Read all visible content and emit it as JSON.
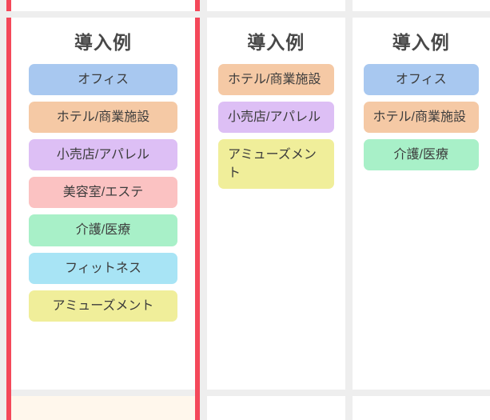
{
  "columns": [
    {
      "id": "featured",
      "featured": true,
      "heading": "導入例",
      "tags": [
        {
          "label": "オフィス",
          "color": "#a8c8f0",
          "wraps": false
        },
        {
          "label": "ホテル/商業施設",
          "color": "#f5c9a5",
          "wraps": false
        },
        {
          "label": "小売店/アパレル",
          "color": "#ddbff5",
          "wraps": false
        },
        {
          "label": "美容室/エステ",
          "color": "#fbc2c2",
          "wraps": false
        },
        {
          "label": "介護/医療",
          "color": "#a8f0c8",
          "wraps": false
        },
        {
          "label": "フィットネス",
          "color": "#a8e4f5",
          "wraps": false
        },
        {
          "label": "アミューズメント",
          "color": "#f0ee9a",
          "wraps": false
        }
      ]
    },
    {
      "id": "column-2",
      "featured": false,
      "heading": "導入例",
      "tags": [
        {
          "label": "ホテル/商業施設",
          "color": "#f5c9a5",
          "wraps": true
        },
        {
          "label": "小売店/アパレル",
          "color": "#ddbff5",
          "wraps": true
        },
        {
          "label": "アミューズメント",
          "color": "#f0ee9a",
          "wraps": true
        }
      ]
    },
    {
      "id": "column-3",
      "featured": false,
      "heading": "導入例",
      "tags": [
        {
          "label": "オフィス",
          "color": "#a8c8f0",
          "wraps": false
        },
        {
          "label": "ホテル/商業施設",
          "color": "#f5c9a5",
          "wraps": true
        },
        {
          "label": "介護/医療",
          "color": "#a8f0c8",
          "wraps": false
        }
      ]
    }
  ],
  "theme": {
    "featured_rail_color": "#f4485a",
    "gutter_color": "#eeeeee",
    "cell_background": "#ffffff",
    "next_row_featured_background": "#fff7ec",
    "heading_color": "#484848",
    "tag_text_color": "#3c3c3c"
  }
}
